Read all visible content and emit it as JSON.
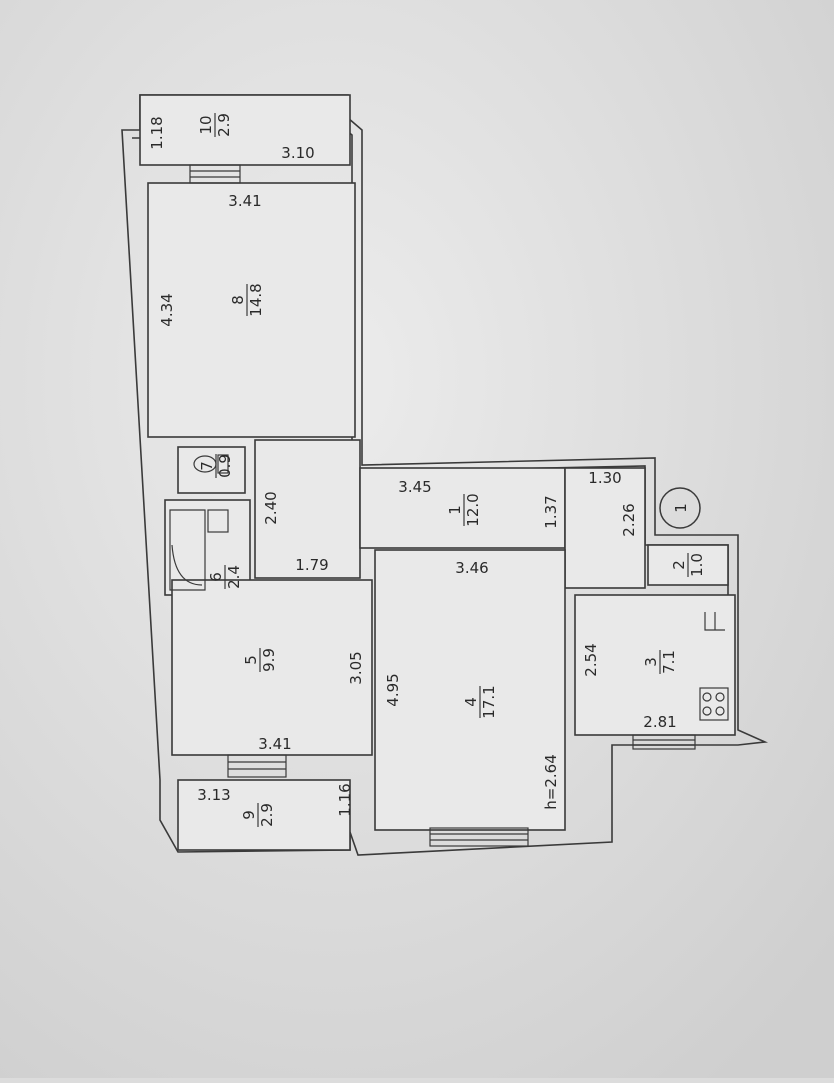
{
  "plan": {
    "ceiling_height": "h=2.64",
    "entrance_marker": "1",
    "rooms": [
      {
        "number": "1",
        "area": "12.0"
      },
      {
        "number": "2",
        "area": "1.0"
      },
      {
        "number": "3",
        "area": "7.1"
      },
      {
        "number": "4",
        "area": "17.1"
      },
      {
        "number": "5",
        "area": "9.9"
      },
      {
        "number": "6",
        "area": "2.4"
      },
      {
        "number": "7",
        "area": "0.9"
      },
      {
        "number": "8",
        "area": "14.8"
      },
      {
        "number": "9",
        "area": "2.9"
      },
      {
        "number": "10",
        "area": "2.9"
      }
    ],
    "dimensions": {
      "d118": "1.18",
      "d310": "3.10",
      "d341a": "3.41",
      "d434": "4.34",
      "d240": "2.40",
      "d179": "1.79",
      "d345": "3.45",
      "d137": "1.37",
      "d130": "1.30",
      "d226": "2.26",
      "d346": "3.46",
      "d495": "4.95",
      "d305": "3.05",
      "d341b": "3.41",
      "d254": "2.54",
      "d281": "2.81",
      "d313": "3.13",
      "d116": "1.16"
    }
  },
  "colors": {
    "paper": "#e6e6e6",
    "ink": "#3a3a3a"
  }
}
